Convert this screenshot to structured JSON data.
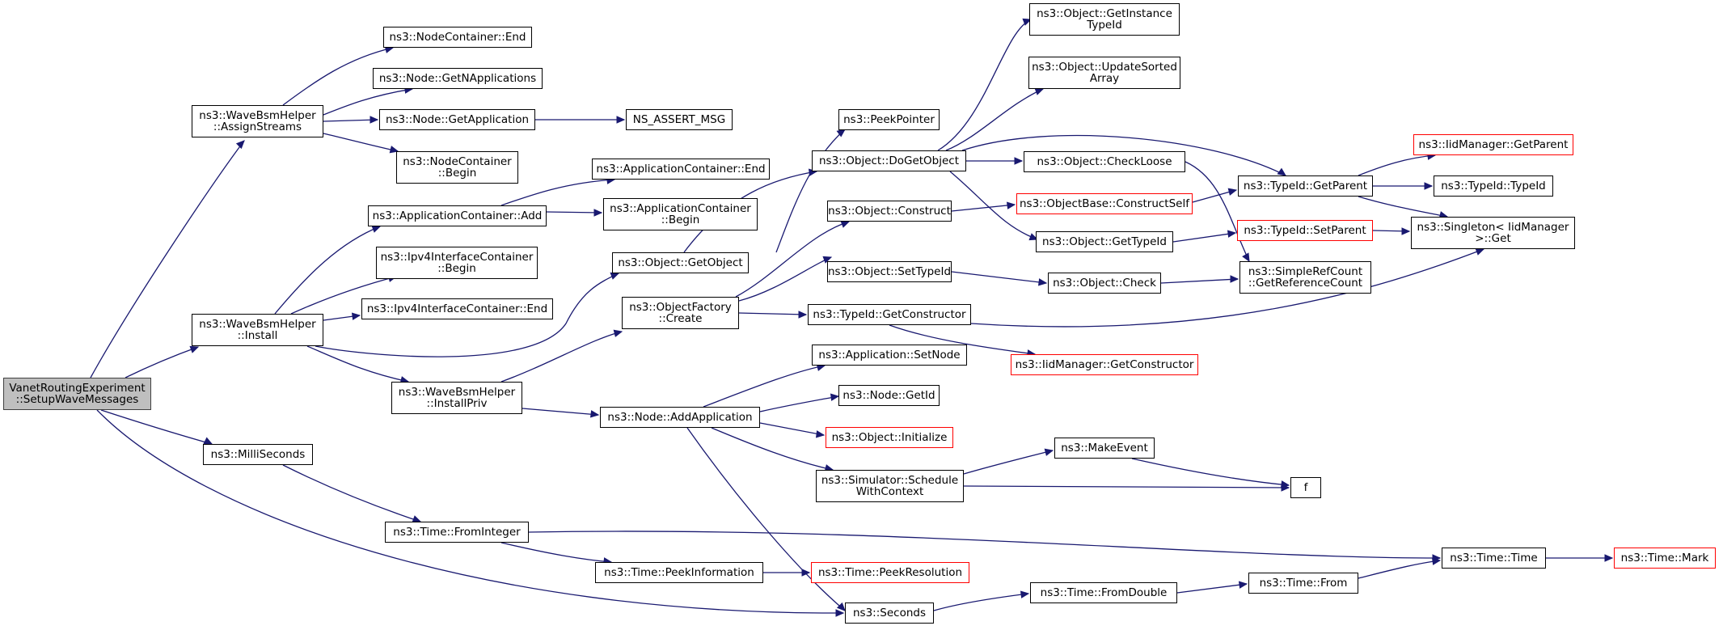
{
  "graph": {
    "root": "VanetRoutingExperiment\n::SetupWaveMessages",
    "edge_color": "#191970",
    "node_border": "#000000",
    "root_fill": "#bfbfbf",
    "incomplete_border": "#ff0000",
    "nodes": {
      "root": "VanetRoutingExperiment\n::SetupWaveMessages",
      "assign": "ns3::WaveBsmHelper\n::AssignStreams",
      "install": "ns3::WaveBsmHelper\n::Install",
      "milli": "ns3::MilliSeconds",
      "nc_end": "ns3::NodeContainer::End",
      "getn": "ns3::Node::GetNApplications",
      "getapp": "ns3::Node::GetApplication",
      "nc_begin": "ns3::NodeContainer\n::Begin",
      "assert": "NS_ASSERT_MSG",
      "ac_add": "ns3::ApplicationContainer::Add",
      "ac_end": "ns3::ApplicationContainer::End",
      "ac_begin": "ns3::ApplicationContainer\n::Begin",
      "ipv4_begin": "ns3::Ipv4InterfaceContainer\n::Begin",
      "ipv4_end": "ns3::Ipv4InterfaceContainer::End",
      "getobject": "ns3::Object::GetObject",
      "peekptr": "ns3::PeekPointer",
      "dogetobj": "ns3::Object::DoGetObject",
      "getinst": "ns3::Object::GetInstance\nTypeId",
      "updsorted": "ns3::Object::UpdateSorted\nArray",
      "checkloose": "ns3::Object::CheckLoose",
      "construct": "ns3::Object::Construct",
      "constructself": "ns3::ObjectBase::ConstructSelf",
      "gettypeid": "ns3::Object::GetTypeId",
      "settypeid": "ns3::Object::SetTypeId",
      "objcheck": "ns3::Object::Check",
      "objfactory": "ns3::ObjectFactory\n::Create",
      "getctor": "ns3::TypeId::GetConstructor",
      "iidgetctor": "ns3::IidManager::GetConstructor",
      "installpriv": "ns3::WaveBsmHelper\n::InstallPriv",
      "addapp": "ns3::Node::AddApplication",
      "appsetnode": "ns3::Application::SetNode",
      "getid": "ns3::Node::GetId",
      "initialize": "ns3::Object::Initialize",
      "schedule": "ns3::Simulator::Schedule\nWithContext",
      "makeevent": "ns3::MakeEvent",
      "f": "f",
      "tgetparent": "ns3::TypeId::GetParent",
      "iidgetparent": "ns3::IidManager::GetParent",
      "typeidtypeid": "ns3::TypeId::TypeId",
      "singleton": "ns3::Singleton< IidManager\n>::Get",
      "setparent": "ns3::TypeId::SetParent",
      "refcount": "ns3::SimpleRefCount\n::GetReferenceCount",
      "frominteger": "ns3::Time::FromInteger",
      "peekinfo": "ns3::Time::PeekInformation",
      "peekres": "ns3::Time::PeekResolution",
      "seconds": "ns3::Seconds",
      "fromdouble": "ns3::Time::FromDouble",
      "tfrom": "ns3::Time::From",
      "ttime": "ns3::Time::Time",
      "tmark": "ns3::Time::Mark"
    }
  }
}
